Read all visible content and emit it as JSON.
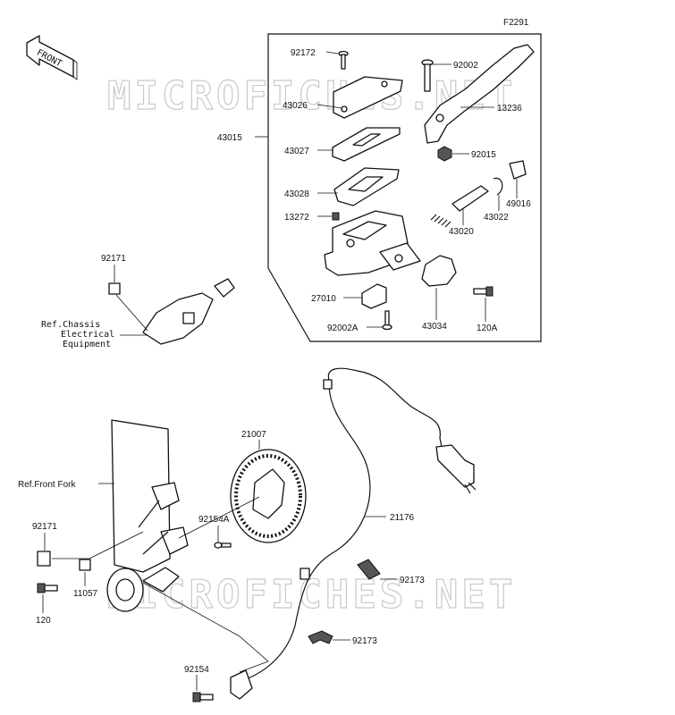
{
  "diagram_code": "F2291",
  "front_label": "FRONT",
  "watermark": "MICROFICHES.NET",
  "parts": {
    "p92172": "92172",
    "p92002": "92002",
    "p43026": "43026",
    "p13236": "13236",
    "p43015": "43015",
    "p43027": "43027",
    "p92015": "92015",
    "p49016": "49016",
    "p43028": "43028",
    "p43022": "43022",
    "p13272": "13272",
    "p43020": "43020",
    "p92171_top": "92171",
    "p27010": "27010",
    "p92002A": "92002A",
    "p43034": "43034",
    "p120A": "120A",
    "p21007": "21007",
    "p92154A": "92154A",
    "p21176": "21176",
    "p92171_bottom": "92171",
    "p11057": "11057",
    "p120": "120",
    "p92173_a": "92173",
    "p92173_b": "92173",
    "p92154": "92154"
  },
  "refs": {
    "chassis_1": "Ref.Chassis",
    "chassis_2": "Electrical",
    "chassis_3": "Equipment",
    "front_fork": "Ref.Front Fork"
  }
}
